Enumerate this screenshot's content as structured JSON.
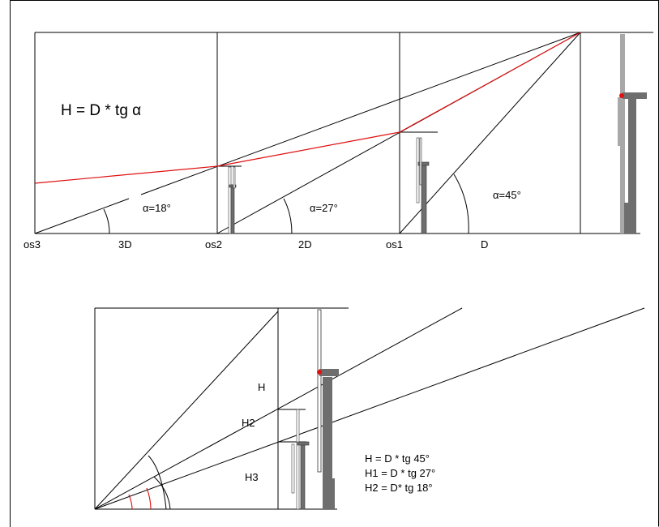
{
  "top": {
    "formula": "H = D * tg α",
    "axis_labels": [
      "os3",
      "3D",
      "os2",
      "2D",
      "os1",
      "D"
    ],
    "angles": [
      "α=18°",
      "α=27°",
      "α=45°"
    ]
  },
  "bottom": {
    "labels": [
      "H",
      "H2",
      "H3"
    ],
    "formulas": [
      "H = D * tg 45°",
      "H1 = D * tg 27°",
      "H2 = D* tg 18°"
    ]
  },
  "colors": {
    "line": "#000000",
    "accent": "#e01010",
    "tower": "#6e6e6e",
    "tower_light": "#a8a8a8"
  }
}
